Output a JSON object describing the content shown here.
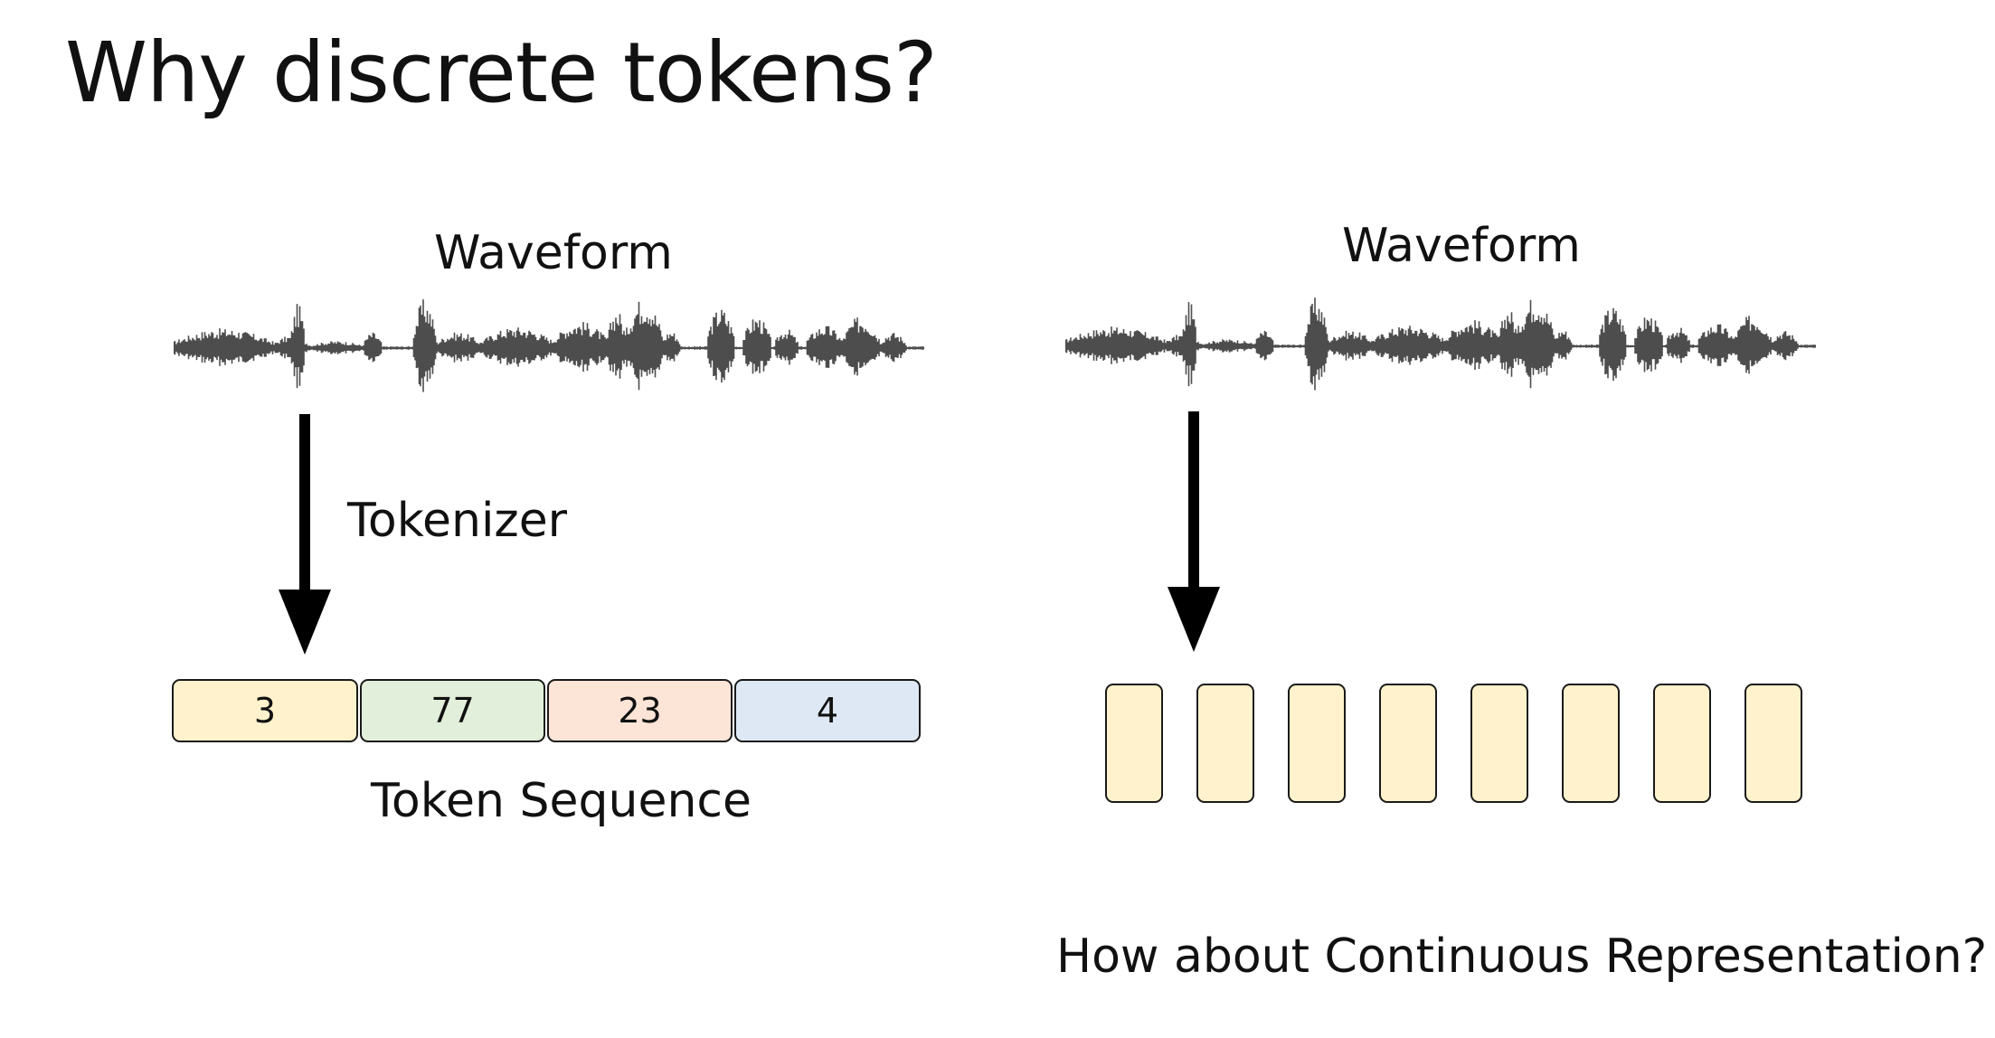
{
  "slide": {
    "title": "Why discrete tokens?"
  },
  "left_panel": {
    "waveform_label": "Waveform",
    "arrow_label": "Tokenizer",
    "tokens": [
      {
        "value": "3",
        "color": "#fff2cc"
      },
      {
        "value": "77",
        "color": "#e2efda"
      },
      {
        "value": "23",
        "color": "#fce4d6"
      },
      {
        "value": "4",
        "color": "#dde8f4"
      }
    ],
    "sequence_label": "Token Sequence"
  },
  "right_panel": {
    "waveform_label": "Waveform",
    "vector_count": 8,
    "vector_color": "#fff2cc",
    "question": "How about Continuous Representation?"
  },
  "colors": {
    "waveform": "#4d4d4d",
    "arrow": "#000000",
    "outline": "#1a1a1a"
  }
}
